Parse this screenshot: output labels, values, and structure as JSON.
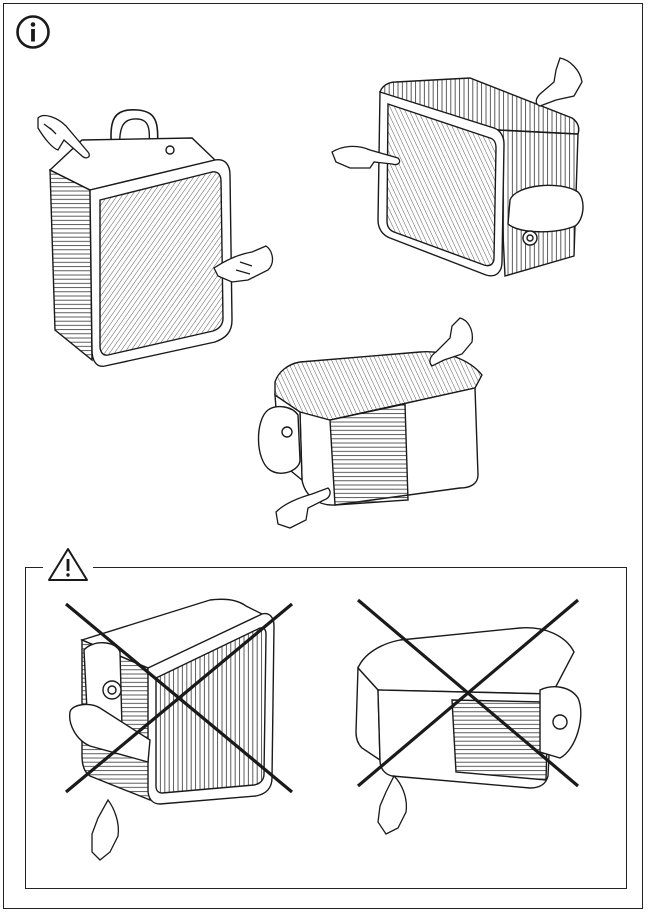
{
  "icons": {
    "info": "info-circle-icon",
    "warning": "warning-triangle-icon",
    "prohibited": "cross-mark-icon",
    "hand": "pointing-hand-icon"
  },
  "colors": {
    "line": "#1a1a1a",
    "background": "#ffffff"
  },
  "sections": {
    "correct_handling": {
      "panels": [
        "speaker-vertical-touch",
        "speaker-tilted-touch",
        "speaker-horizontal-touch"
      ]
    },
    "incorrect_handling": {
      "panels": [
        "speaker-side-wrong-touch",
        "speaker-flat-wrong-touch"
      ]
    }
  }
}
